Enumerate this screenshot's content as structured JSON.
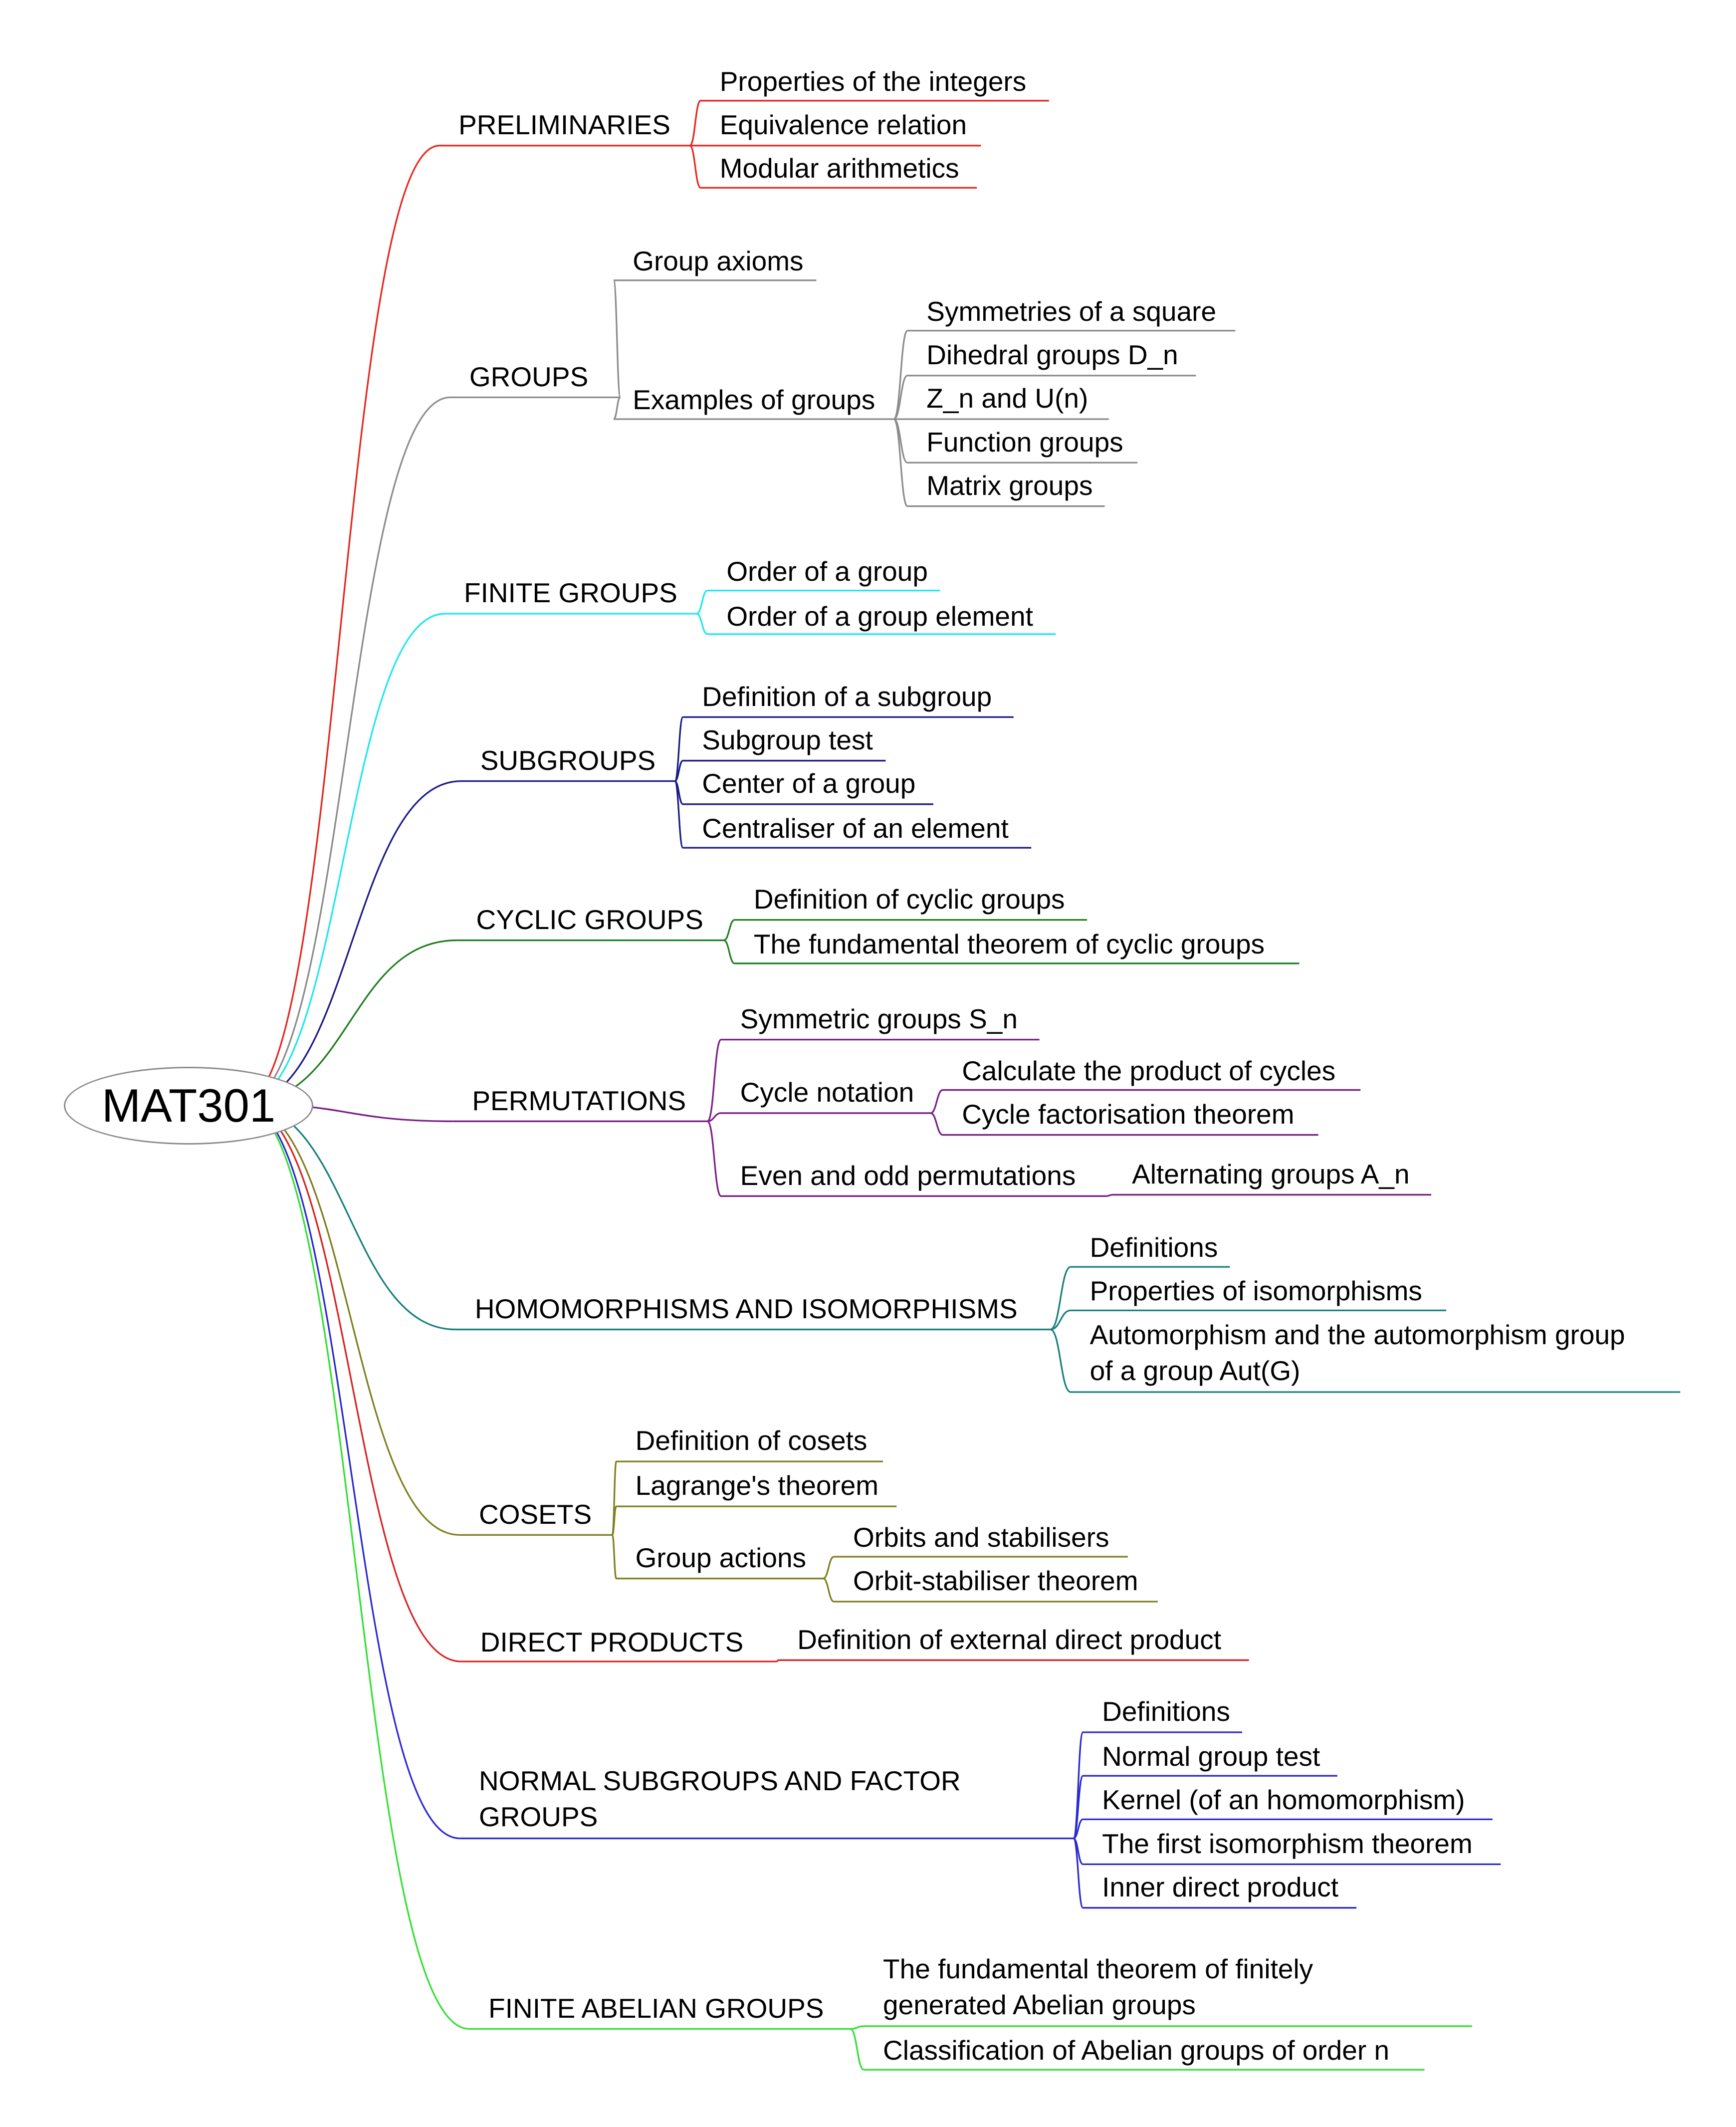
{
  "root": {
    "label": "MAT301"
  },
  "branches": [
    {
      "label": "PRELIMINARIES",
      "color": "#e8271f",
      "children": [
        {
          "label": "Properties of the integers"
        },
        {
          "label": "Equivalence relation"
        },
        {
          "label": "Modular arithmetics"
        }
      ]
    },
    {
      "label": "GROUPS",
      "color": "#8c8c8c",
      "children": [
        {
          "label": "Group axioms"
        },
        {
          "label": "Examples of groups",
          "children": [
            {
              "label": "Symmetries of a square"
            },
            {
              "label": "Dihedral groups D_n"
            },
            {
              "label": "Z_n and U(n)"
            },
            {
              "label": "Function groups"
            },
            {
              "label": "Matrix groups"
            }
          ]
        }
      ]
    },
    {
      "label": "FINITE GROUPS",
      "color": "#1ee8ee",
      "children": [
        {
          "label": "Order of a group"
        },
        {
          "label": "Order of a group element"
        }
      ]
    },
    {
      "label": "SUBGROUPS",
      "color": "#1b1b86",
      "children": [
        {
          "label": "Definition of a subgroup"
        },
        {
          "label": "Subgroup test"
        },
        {
          "label": "Center of a group"
        },
        {
          "label": "Centraliser of an element"
        }
      ]
    },
    {
      "label": "CYCLIC GROUPS",
      "color": "#1e7f1e",
      "children": [
        {
          "label": "Definition of cyclic groups"
        },
        {
          "label": "The fundamental theorem of cyclic groups"
        }
      ]
    },
    {
      "label": "PERMUTATIONS",
      "color": "#7b1f87",
      "children": [
        {
          "label": "Symmetric groups S_n"
        },
        {
          "label": "Cycle notation",
          "children": [
            {
              "label": "Calculate the product of cycles"
            },
            {
              "label": "Cycle factorisation theorem"
            }
          ]
        },
        {
          "label": "Even and odd permutations",
          "children": [
            {
              "label": "Alternating groups A_n"
            }
          ]
        }
      ]
    },
    {
      "label": "HOMOMORPHISMS AND ISOMORPHISMS",
      "color": "#17807e",
      "children": [
        {
          "label": "Definitions"
        },
        {
          "label": "Properties of isomorphisms"
        },
        {
          "label": "Automorphism and the automorphism group\nof a group Aut(G)"
        }
      ]
    },
    {
      "label": "COSETS",
      "color": "#7f7f1e",
      "children": [
        {
          "label": "Definition of cosets"
        },
        {
          "label": "Lagrange's theorem"
        },
        {
          "label": "Group actions",
          "children": [
            {
              "label": "Orbits and stabilisers"
            },
            {
              "label": "Orbit-stabiliser theorem"
            }
          ]
        }
      ]
    },
    {
      "label": "DIRECT PRODUCTS",
      "color": "#d92323",
      "children": [
        {
          "label": "Definition of external direct product"
        }
      ]
    },
    {
      "label": "NORMAL SUBGROUPS AND FACTOR\nGROUPS",
      "color": "#2a2ad2",
      "children": [
        {
          "label": "Definitions"
        },
        {
          "label": "Normal group test"
        },
        {
          "label": "Kernel (of an homomorphism)"
        },
        {
          "label": "The first isomorphism theorem"
        },
        {
          "label": "Inner direct product"
        }
      ]
    },
    {
      "label": "FINITE ABELIAN GROUPS",
      "color": "#33e033",
      "children": [
        {
          "label": "The fundamental theorem of finitely\ngenerated Abelian groups"
        },
        {
          "label": "Classification of Abelian groups of order n"
        }
      ]
    }
  ]
}
